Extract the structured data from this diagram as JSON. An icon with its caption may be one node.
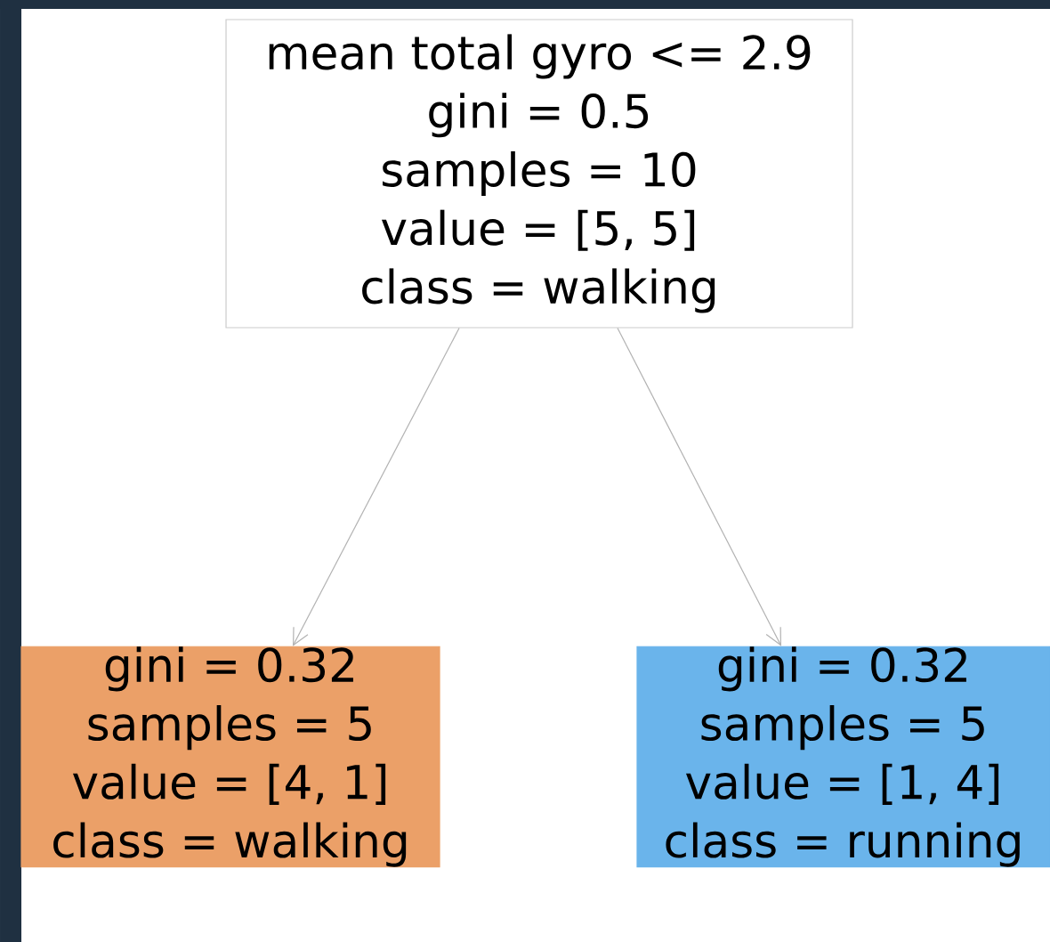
{
  "diagram": {
    "nodes": [
      {
        "text": [
          "mean total gyro <= 2.9",
          "gini = 0.5",
          "samples = 10",
          "value = [5, 5]",
          "class = walking"
        ]
      },
      {
        "text": [
          "gini = 0.32",
          "samples = 5",
          "value = [4, 1]",
          "class = walking"
        ]
      },
      {
        "text": [
          "gini = 0.32",
          "samples = 5",
          "value = [1, 4]",
          "class = running"
        ]
      }
    ],
    "edges": [
      {
        "from": 0,
        "to": 1,
        "arrow": "to"
      },
      {
        "from": 0,
        "to": 2,
        "arrow": "to"
      }
    ]
  }
}
